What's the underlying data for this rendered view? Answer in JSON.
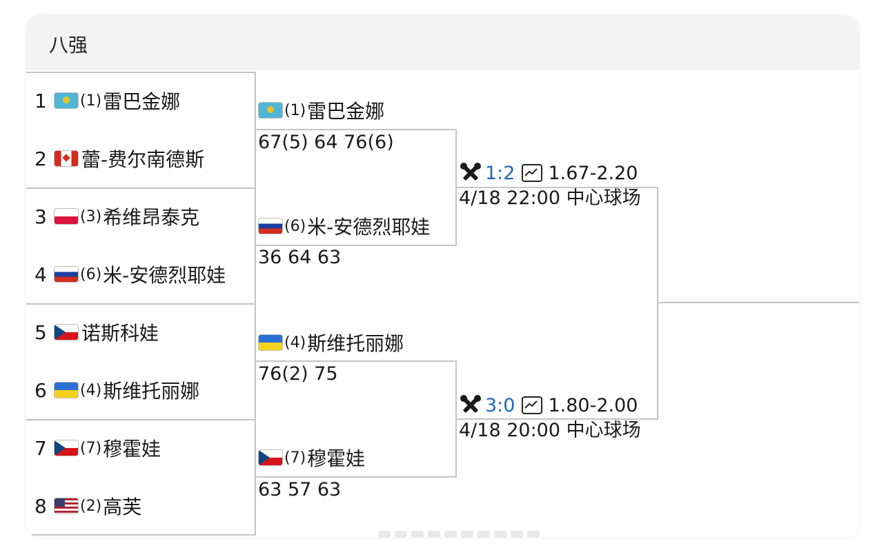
{
  "header": {
    "title": "八强"
  },
  "seeds": [
    {
      "num": "1",
      "seed": "(1)",
      "name": "雷巴金娜",
      "flag": "kz"
    },
    {
      "num": "2",
      "seed": "",
      "name": "蕾-费尔南德斯",
      "flag": "ca"
    },
    {
      "num": "3",
      "seed": "(3)",
      "name": "希维昂泰克",
      "flag": "pl"
    },
    {
      "num": "4",
      "seed": "(6)",
      "name": "米-安德烈耶娃",
      "flag": "ru"
    },
    {
      "num": "5",
      "seed": "",
      "name": "诺斯科娃",
      "flag": "cz"
    },
    {
      "num": "6",
      "seed": "(4)",
      "name": "斯维托丽娜",
      "flag": "ua"
    },
    {
      "num": "7",
      "seed": "(7)",
      "name": "穆霍娃",
      "flag": "cz"
    },
    {
      "num": "8",
      "seed": "(2)",
      "name": "高芙",
      "flag": "us"
    }
  ],
  "round2": [
    {
      "seed": "(1)",
      "name": "雷巴金娜",
      "flag": "kz",
      "score": "67(5) 64 76(6)"
    },
    {
      "seed": "(6)",
      "name": "米-安德烈耶娃",
      "flag": "ru",
      "score": "36 64 63"
    },
    {
      "seed": "(4)",
      "name": "斯维托丽娜",
      "flag": "ua",
      "score": "76(2) 75"
    },
    {
      "seed": "(7)",
      "name": "穆霍娃",
      "flag": "cz",
      "score": "63 57 63"
    }
  ],
  "semis": [
    {
      "h2h": "1:2",
      "odds": "1.67-2.20",
      "schedule": "4/18 22:00 中心球场"
    },
    {
      "h2h": "3:0",
      "odds": "1.80-2.00",
      "schedule": "4/18 20:00 中心球场"
    }
  ],
  "colors": {
    "h2h": "#1e67c3",
    "line": "#c4c4c4",
    "header_bg": "#f3f3f3"
  },
  "icons": {
    "versus": "crossed-rackets-icon",
    "odds": "trend-chart-icon"
  }
}
